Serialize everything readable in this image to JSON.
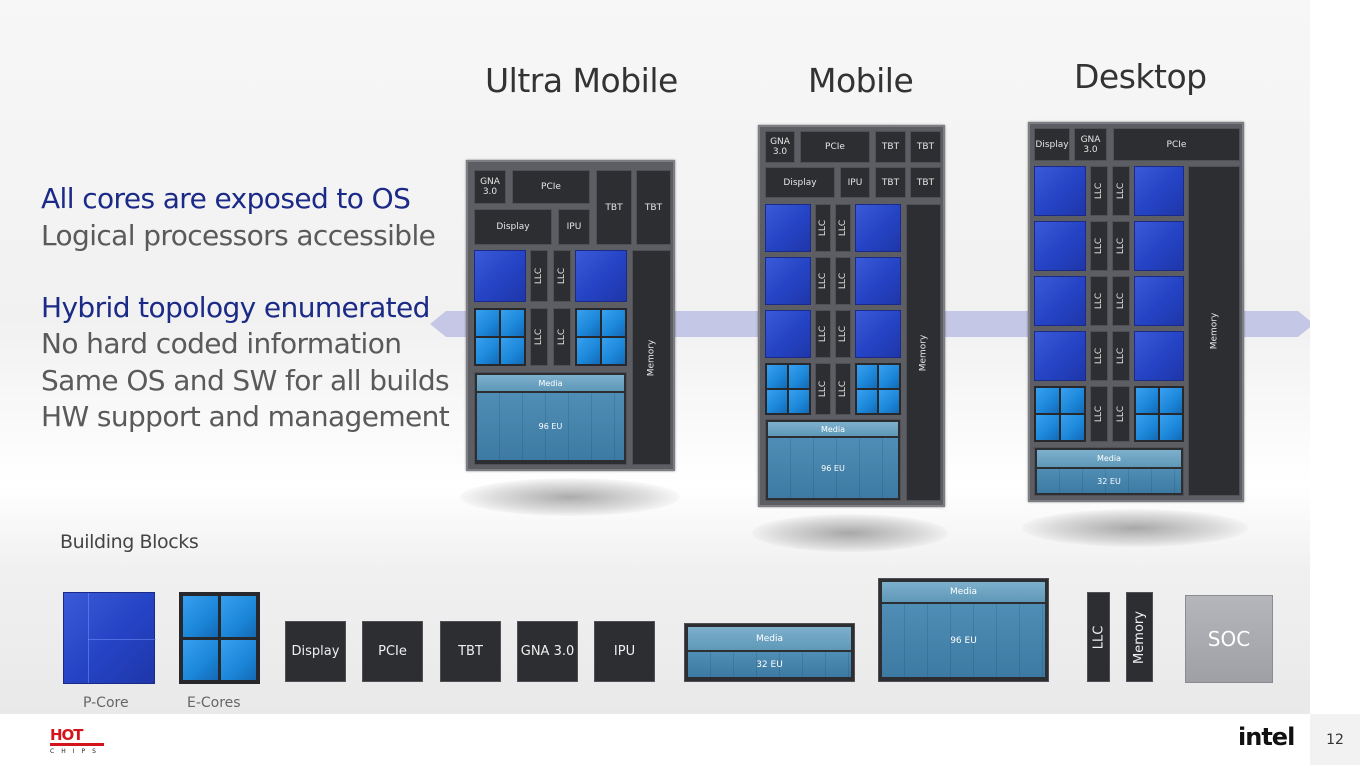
{
  "columns": [
    {
      "title": "Ultra Mobile"
    },
    {
      "title": "Mobile"
    },
    {
      "title": "Desktop"
    }
  ],
  "text_lines": [
    {
      "text": "All cores are exposed to OS"
    },
    {
      "text": "Logical processors accessible"
    },
    {
      "text": "Hybrid topology enumerated"
    },
    {
      "text": "No hard coded information"
    },
    {
      "text": "Same OS and SW for all builds"
    },
    {
      "text": "HW support and management"
    }
  ],
  "chip_labels": {
    "gna": "GNA 3.0",
    "pcie": "PCIe",
    "tbt": "TBT",
    "display": "Display",
    "ipu": "IPU",
    "llc": "LLC",
    "media": "Media",
    "memory": "Memory",
    "eu96": "96 EU",
    "eu32": "32 EU"
  },
  "building_blocks": {
    "title": "Building Blocks",
    "pcore_label": "P-Core",
    "ecores_label": "E-Cores",
    "display": "Display",
    "pcie": "PCIe",
    "tbt": "TBT",
    "gna": "GNA 3.0",
    "ipu": "IPU",
    "media": "Media",
    "eu32": "32 EU",
    "eu96": "96 EU",
    "llc": "LLC",
    "memory": "Memory",
    "soc": "SOC"
  },
  "footer": {
    "hotchips_logo": "HOT",
    "hotchips_sub": "CHIPS",
    "intel_logo": "intel",
    "page_number": "12"
  },
  "colors": {
    "pcore": "#2a48c8",
    "ecore": "#1f8ae0",
    "graphics": "#7fb2cf",
    "emphasis_text": "#1b2a86",
    "arrow": "#c5c7e6"
  }
}
